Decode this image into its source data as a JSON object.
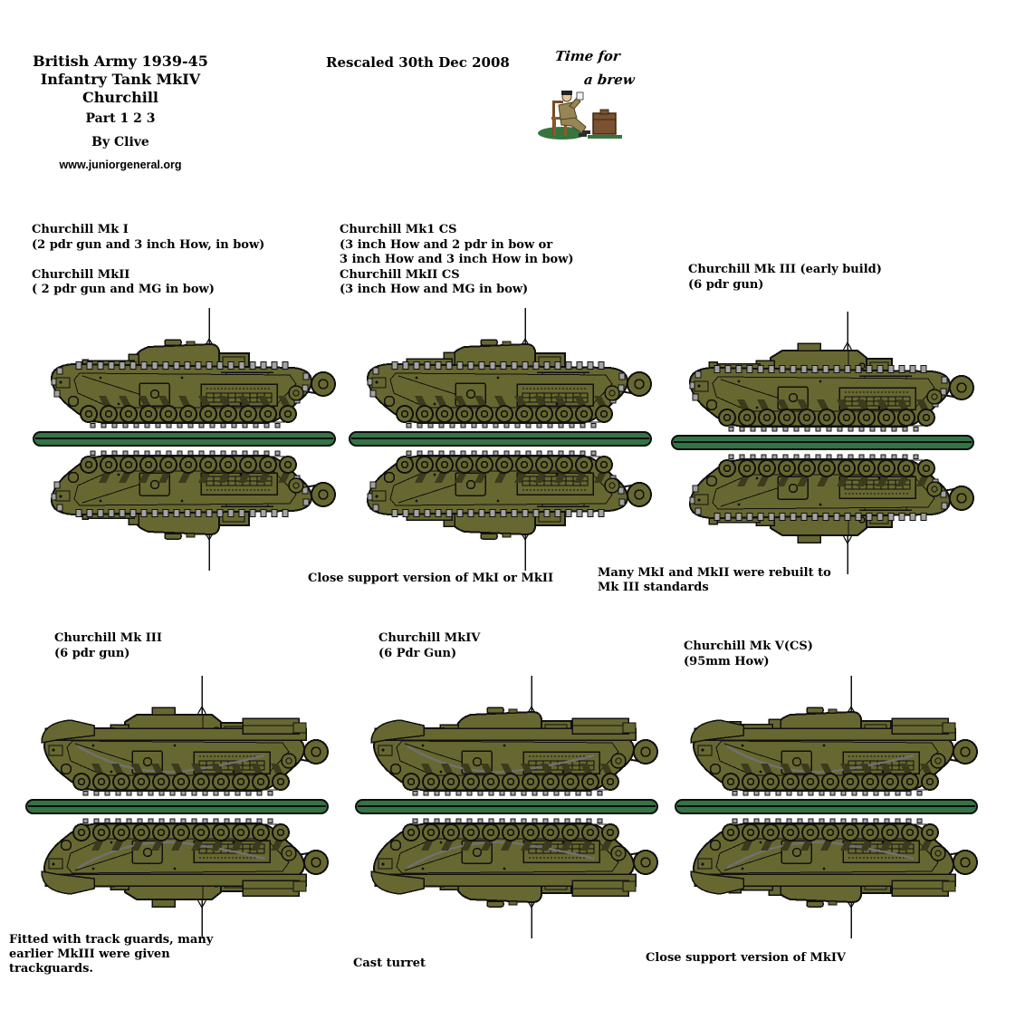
{
  "header": {
    "title_line1": "British Army 1939-45",
    "title_line2": "Infantry Tank MkIV",
    "title_line3": "Churchill",
    "part": "Part 1 2 3",
    "byline": "By Clive",
    "website": "www.juniorgeneral.org",
    "rescaled": "Rescaled 30th Dec 2008",
    "brew_line1": "Time for",
    "brew_line2": "a brew"
  },
  "colors": {
    "tank_olive": "#676731",
    "tank_dark": "#3b3b1d",
    "track_gray": "#a3a3a3",
    "cable_gray": "#707070",
    "base_green": "#337444",
    "outline": "#111111"
  },
  "units": [
    {
      "name": "Churchill Mk I / Mk II",
      "label": "Churchill Mk I\n(2 pdr gun and 3 inch How, in bow)\n\nChurchill MkII\n( 2 pdr gun and MG in bow)",
      "turret": "round",
      "gun": "2pdr",
      "fenders": false
    },
    {
      "name": "Churchill Mk1 CS / MkII CS",
      "label": "Churchill Mk1 CS\n(3 inch How and 2 pdr in bow or\n3 inch How and 3 inch How in bow)\nChurchill MkII CS\n(3 inch How and MG in bow)",
      "turret": "round",
      "gun": "how3",
      "fenders": false
    },
    {
      "name": "Churchill Mk III (early build)",
      "label": "Churchill Mk III (early build)\n(6 pdr gun)",
      "turret": "square",
      "gun": "6pdr",
      "fenders": false
    },
    {
      "name": "Churchill Mk III",
      "label": "Churchill Mk III\n(6 pdr gun)",
      "turret": "square",
      "gun": "6pdr",
      "fenders": true
    },
    {
      "name": "Churchill MkIV",
      "label": "Churchill MkIV\n(6 Pdr Gun)",
      "turret": "round",
      "gun": "6pdr",
      "fenders": true
    },
    {
      "name": "Churchill Mk V(CS)",
      "label": "Churchill Mk V(CS)\n(95mm How)",
      "turret": "round",
      "gun": "how95",
      "fenders": true
    }
  ],
  "notes": [
    "Close support version of MkI or MkII",
    "Many MkI and MkII were rebuilt to\nMk III standards",
    "Fitted with track guards, many\nearlier MkIII were given\ntrackguards.",
    "Cast turret",
    "Close support version of MkIV"
  ]
}
